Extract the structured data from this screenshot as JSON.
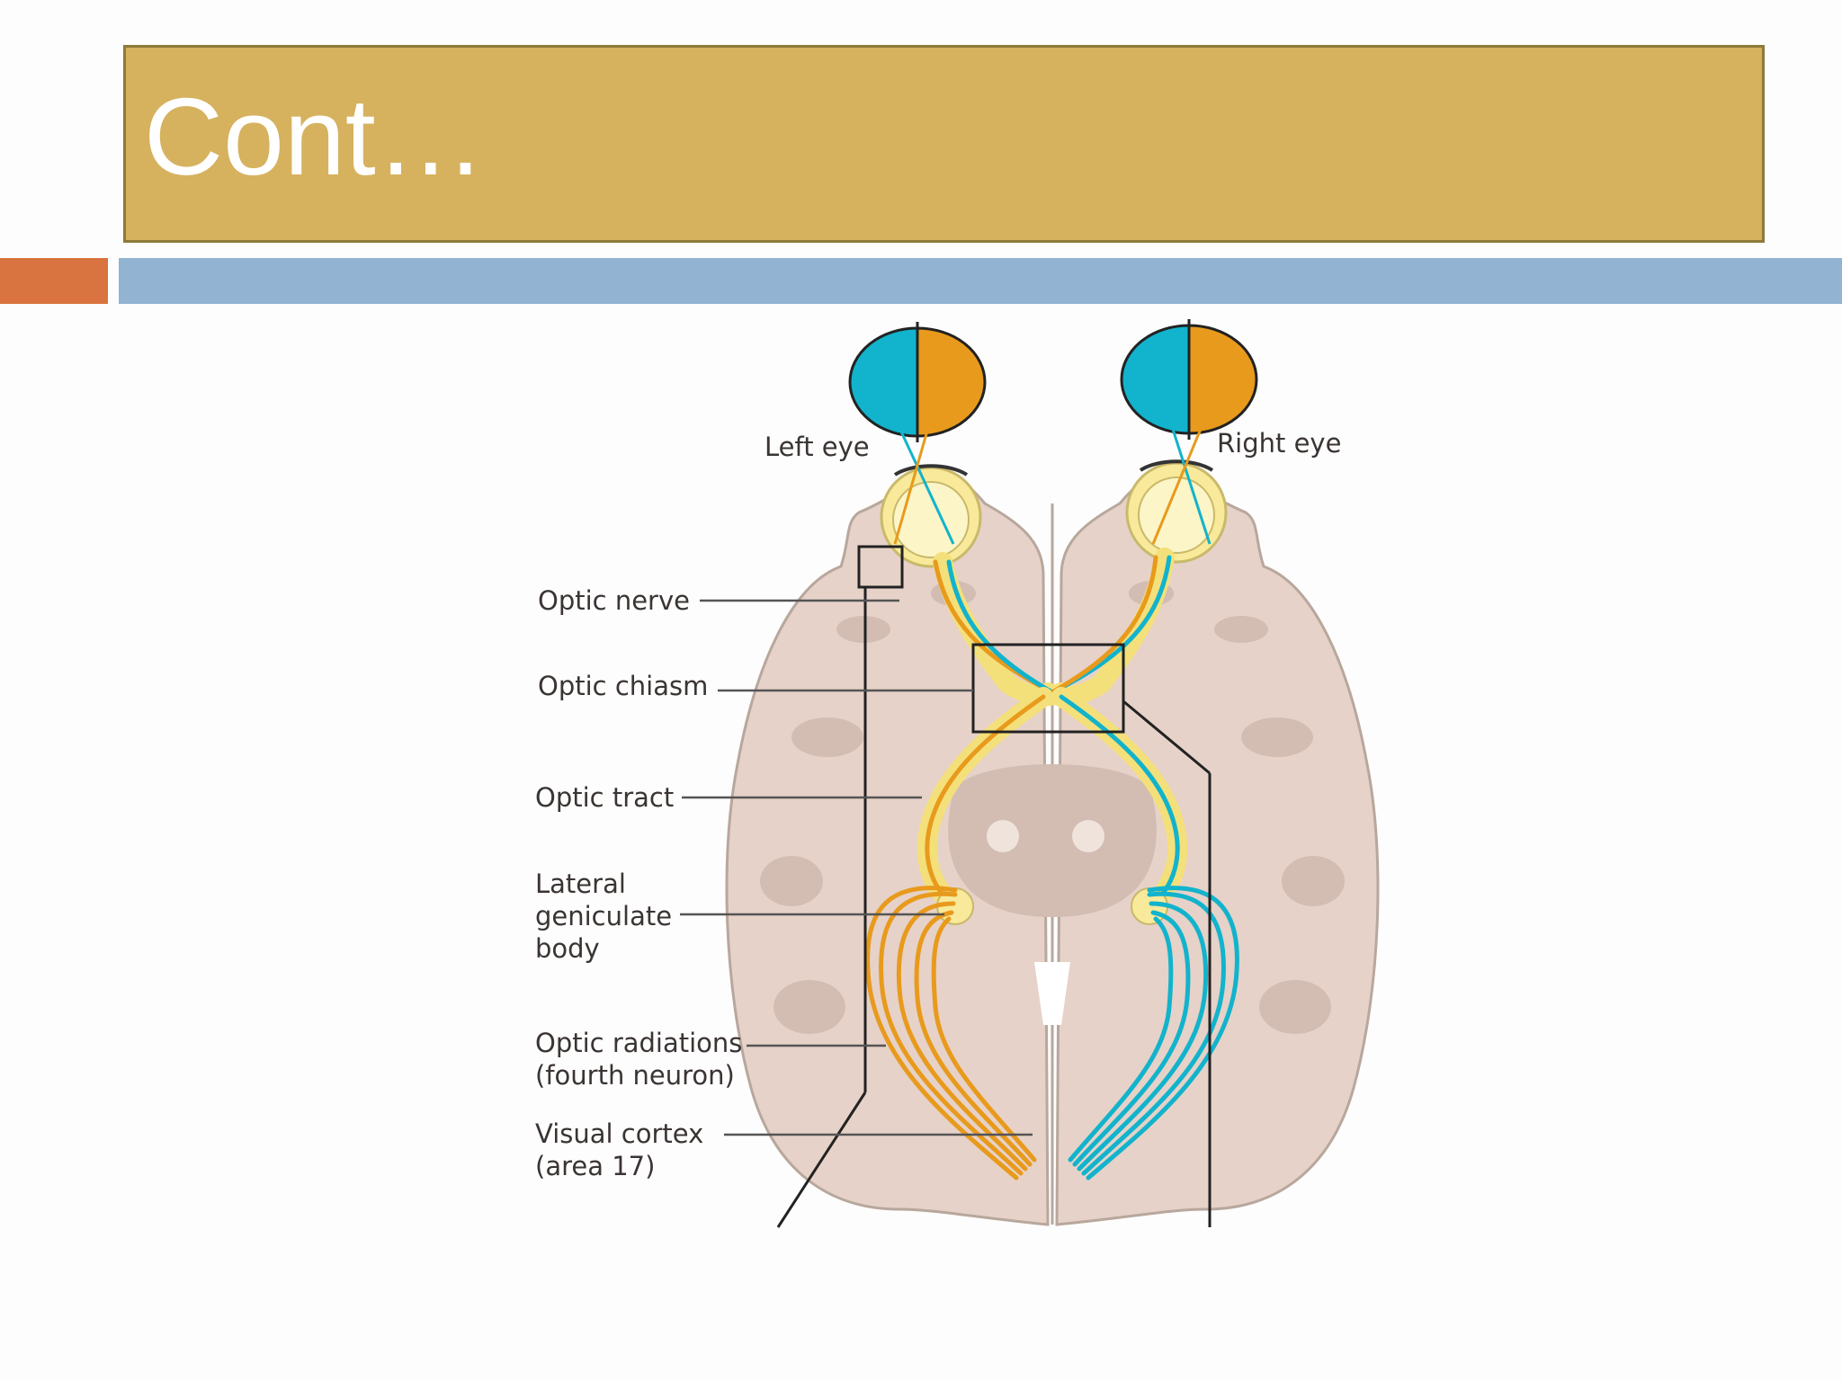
{
  "slide": {
    "title": "Cont…"
  },
  "diagram": {
    "eye_labels": {
      "left": "Left eye",
      "right": "Right eye"
    },
    "structure_labels": [
      [
        "Optic nerve"
      ],
      [
        "Optic chiasm"
      ],
      [
        "Optic tract"
      ],
      [
        "Lateral",
        "geniculate",
        "body"
      ],
      [
        "Optic radiations",
        "(fourth neuron)"
      ],
      [
        "Visual cortex",
        "(area 17)"
      ]
    ]
  },
  "colors": {
    "title_bar": "#d6b25f",
    "accent_orange": "#d9733f",
    "accent_blue": "#93b3d3",
    "left_field": "#12b3cc",
    "right_field": "#e89a1c",
    "brain": "#e6d2c8"
  }
}
